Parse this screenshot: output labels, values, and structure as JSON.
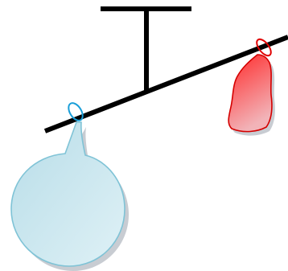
{
  "diagram": {
    "description_text": "",
    "colors": {
      "stand": "#000000",
      "blue_balloon_fill_light": "#dff1f6",
      "blue_balloon_fill_dark": "#b8dde8",
      "blue_balloon_stroke": "#7fc3d6",
      "blue_loop_stroke": "#1a9ed8",
      "red_balloon_fill_top": "#ff2a2a",
      "red_balloon_fill_bottom": "#f2b3b8",
      "red_balloon_stroke": "#d40000",
      "red_loop_stroke": "#e00000",
      "shadow": "#9aa3ad"
    },
    "objects": [
      {
        "name": "stand-crossbar",
        "kind": "bar"
      },
      {
        "name": "stand-post",
        "kind": "bar"
      },
      {
        "name": "balance-beam",
        "kind": "beam"
      },
      {
        "name": "large-balloon",
        "kind": "balloon",
        "color": "light-blue",
        "side": "left",
        "state": "inflated"
      },
      {
        "name": "small-balloon",
        "kind": "balloon",
        "color": "red",
        "side": "right",
        "state": "deflated"
      }
    ]
  }
}
